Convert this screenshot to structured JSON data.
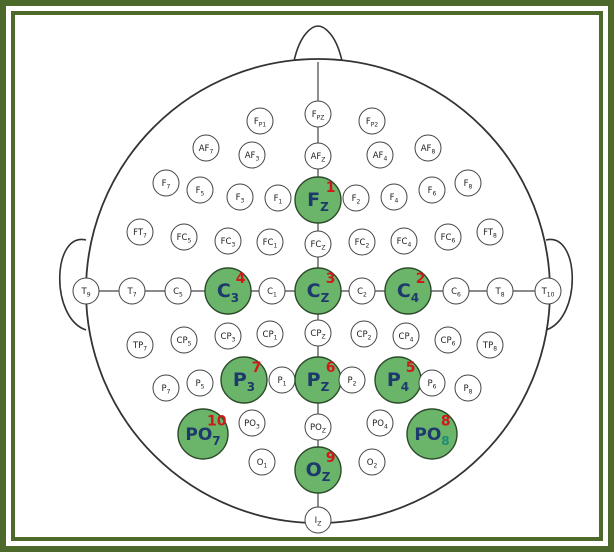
{
  "colors": {
    "frame_outer": "#4d6a2c",
    "frame_inner": "#4d6a2c",
    "selected_fill": "#6bb56a",
    "selected_stroke": "#2d4a2a",
    "selected_text": "#1e3a6d",
    "order_number": "#d01818",
    "electrode_stroke": "#444444",
    "head_stroke": "#333333"
  },
  "electrodes": [
    {
      "id": "Fp1",
      "base": "F",
      "sub": "P1"
    },
    {
      "id": "Fpz",
      "base": "F",
      "sub": "PZ"
    },
    {
      "id": "Fp2",
      "base": "F",
      "sub": "P2"
    },
    {
      "id": "AF7",
      "base": "AF",
      "sub": "7"
    },
    {
      "id": "AF3",
      "base": "AF",
      "sub": "3"
    },
    {
      "id": "AFz",
      "base": "AF",
      "sub": "Z"
    },
    {
      "id": "AF4",
      "base": "AF",
      "sub": "4"
    },
    {
      "id": "AF8",
      "base": "AF",
      "sub": "8"
    },
    {
      "id": "F7",
      "base": "F",
      "sub": "7"
    },
    {
      "id": "F5",
      "base": "F",
      "sub": "5"
    },
    {
      "id": "F3",
      "base": "F",
      "sub": "3"
    },
    {
      "id": "F1",
      "base": "F",
      "sub": "1"
    },
    {
      "id": "Fz",
      "base": "F",
      "sub": "Z",
      "selected": true,
      "order": "1"
    },
    {
      "id": "F2",
      "base": "F",
      "sub": "2"
    },
    {
      "id": "F4",
      "base": "F",
      "sub": "4"
    },
    {
      "id": "F6",
      "base": "F",
      "sub": "6"
    },
    {
      "id": "F8",
      "base": "F",
      "sub": "8"
    },
    {
      "id": "FT7",
      "base": "FT",
      "sub": "7"
    },
    {
      "id": "FC5",
      "base": "FC",
      "sub": "5"
    },
    {
      "id": "FC3",
      "base": "FC",
      "sub": "3"
    },
    {
      "id": "FC1",
      "base": "FC",
      "sub": "1"
    },
    {
      "id": "FCz",
      "base": "FC",
      "sub": "Z"
    },
    {
      "id": "FC2",
      "base": "FC",
      "sub": "2"
    },
    {
      "id": "FC4",
      "base": "FC",
      "sub": "4"
    },
    {
      "id": "FC6",
      "base": "FC",
      "sub": "6"
    },
    {
      "id": "FT8",
      "base": "FT",
      "sub": "8"
    },
    {
      "id": "T9",
      "base": "T",
      "sub": "9"
    },
    {
      "id": "T7",
      "base": "T",
      "sub": "7"
    },
    {
      "id": "C5",
      "base": "C",
      "sub": "5"
    },
    {
      "id": "C3",
      "base": "C",
      "sub": "3",
      "selected": true,
      "order": "4"
    },
    {
      "id": "C1",
      "base": "C",
      "sub": "1"
    },
    {
      "id": "Cz",
      "base": "C",
      "sub": "Z",
      "selected": true,
      "order": "3"
    },
    {
      "id": "C2",
      "base": "C",
      "sub": "2"
    },
    {
      "id": "C4",
      "base": "C",
      "sub": "4",
      "selected": true,
      "order": "2"
    },
    {
      "id": "C6",
      "base": "C",
      "sub": "6"
    },
    {
      "id": "T8",
      "base": "T",
      "sub": "8"
    },
    {
      "id": "T10",
      "base": "T",
      "sub": "10"
    },
    {
      "id": "TP7",
      "base": "TP",
      "sub": "7"
    },
    {
      "id": "CP5",
      "base": "CP",
      "sub": "5"
    },
    {
      "id": "CP3",
      "base": "CP",
      "sub": "3"
    },
    {
      "id": "CP1",
      "base": "CP",
      "sub": "1"
    },
    {
      "id": "CPz",
      "base": "CP",
      "sub": "Z"
    },
    {
      "id": "CP2",
      "base": "CP",
      "sub": "2"
    },
    {
      "id": "CP4",
      "base": "CP",
      "sub": "4"
    },
    {
      "id": "CP6",
      "base": "CP",
      "sub": "6"
    },
    {
      "id": "TP8",
      "base": "TP",
      "sub": "8"
    },
    {
      "id": "P7",
      "base": "P",
      "sub": "7"
    },
    {
      "id": "P5",
      "base": "P",
      "sub": "5"
    },
    {
      "id": "P3",
      "base": "P",
      "sub": "3",
      "selected": true,
      "order": "7"
    },
    {
      "id": "P1",
      "base": "P",
      "sub": "1"
    },
    {
      "id": "Pz",
      "base": "P",
      "sub": "Z",
      "selected": true,
      "order": "6"
    },
    {
      "id": "P2",
      "base": "P",
      "sub": "2"
    },
    {
      "id": "P4",
      "base": "P",
      "sub": "4",
      "selected": true,
      "order": "5"
    },
    {
      "id": "P6",
      "base": "P",
      "sub": "6"
    },
    {
      "id": "P8",
      "base": "P",
      "sub": "8"
    },
    {
      "id": "PO7",
      "base": "PO",
      "sub": "7",
      "selected": true,
      "order": "10"
    },
    {
      "id": "PO3",
      "base": "PO",
      "sub": "3"
    },
    {
      "id": "POz",
      "base": "PO",
      "sub": "Z"
    },
    {
      "id": "PO4",
      "base": "PO",
      "sub": "4"
    },
    {
      "id": "PO8",
      "base": "PO",
      "sub": "8",
      "selected": true,
      "order": "8",
      "sub_color": "#1e8a7a"
    },
    {
      "id": "O1",
      "base": "O",
      "sub": "1"
    },
    {
      "id": "Oz",
      "base": "O",
      "sub": "Z",
      "selected": true,
      "order": "9"
    },
    {
      "id": "O2",
      "base": "O",
      "sub": "2"
    },
    {
      "id": "Iz",
      "base": "I",
      "sub": "Z"
    }
  ]
}
